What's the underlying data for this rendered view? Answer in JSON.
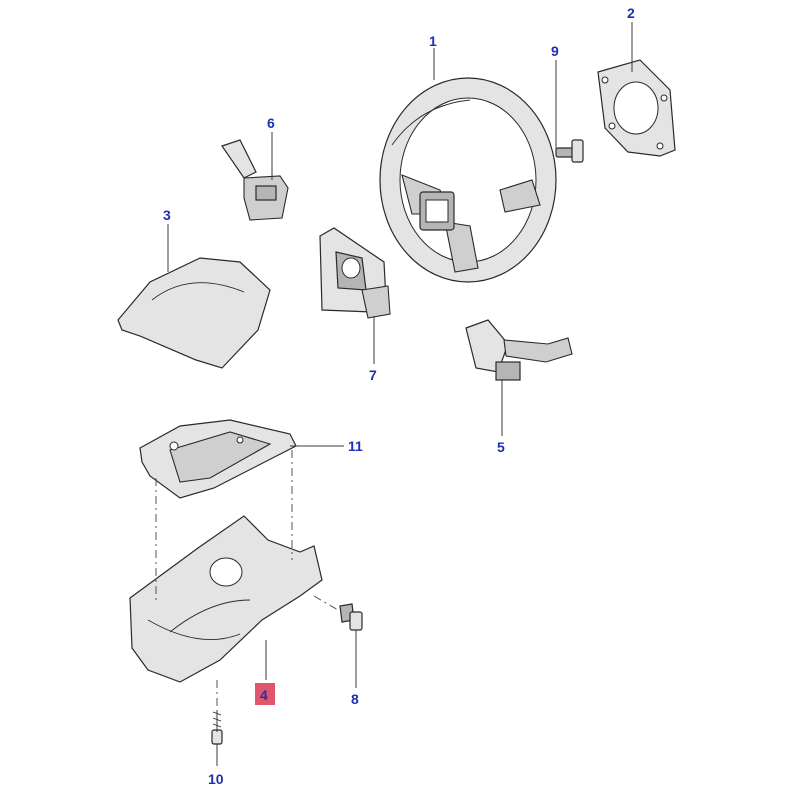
{
  "diagram": {
    "callouts": [
      {
        "id": "1",
        "label": "1"
      },
      {
        "id": "2",
        "label": "2"
      },
      {
        "id": "3",
        "label": "3"
      },
      {
        "id": "4",
        "label": "4",
        "highlighted": true
      },
      {
        "id": "5",
        "label": "5"
      },
      {
        "id": "6",
        "label": "6"
      },
      {
        "id": "7",
        "label": "7"
      },
      {
        "id": "8",
        "label": "8"
      },
      {
        "id": "9",
        "label": "9"
      },
      {
        "id": "10",
        "label": "10"
      },
      {
        "id": "11",
        "label": "11"
      }
    ],
    "colors": {
      "callout_text": "#1f2fb0",
      "highlight": "#e0566d",
      "line": "#2a2a2a",
      "part_fill": "#e4e4e4"
    }
  }
}
